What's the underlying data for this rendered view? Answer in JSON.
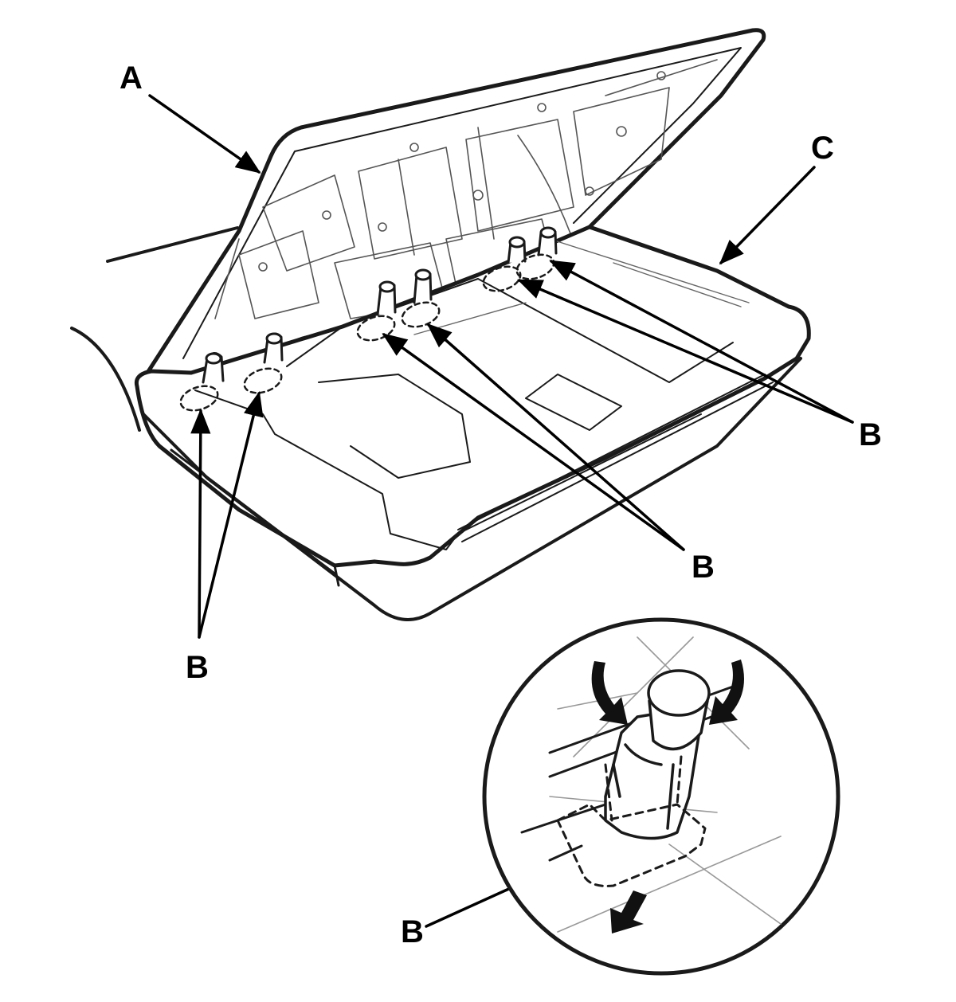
{
  "callouts": {
    "a": "A",
    "b": "B",
    "c": "C"
  },
  "icons": {
    "rotate_arrows": "curved-rotate-arrows-icon",
    "pull_arrow": "down-arrow-icon"
  }
}
